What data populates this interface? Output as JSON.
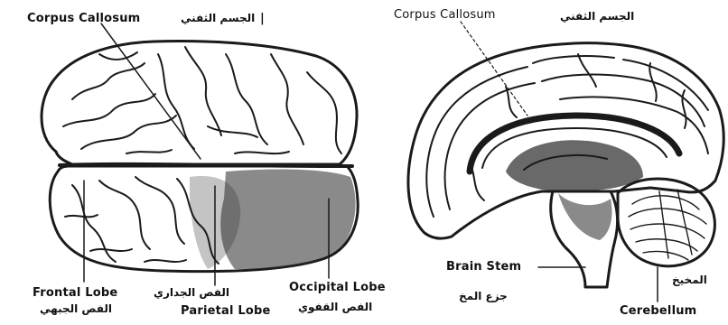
{
  "left_view": {
    "corpus_callosum_en": "Corpus Callosum",
    "corpus_callosum_ar": "الجسم الثفني",
    "corner_mark": "|",
    "frontal_lobe_en": "Frontal Lobe",
    "frontal_lobe_ar": "الفص الجبهي",
    "parietal_lobe_ar": "الفص الجداري",
    "parietal_lobe_en": "Parietal Lobe",
    "occipital_lobe_en": "Occipital Lobe",
    "occipital_lobe_ar": "الفص القفوي"
  },
  "right_view": {
    "corpus_callosum_en": "Corpus Callosum",
    "corpus_callosum_ar": "الجسم الثفني",
    "brain_stem_en": "Brain Stem",
    "brain_stem_ar": "جزع المخ",
    "cerebellum_en": "Cerebellum",
    "cerebellum_ar": "المخيخ"
  }
}
